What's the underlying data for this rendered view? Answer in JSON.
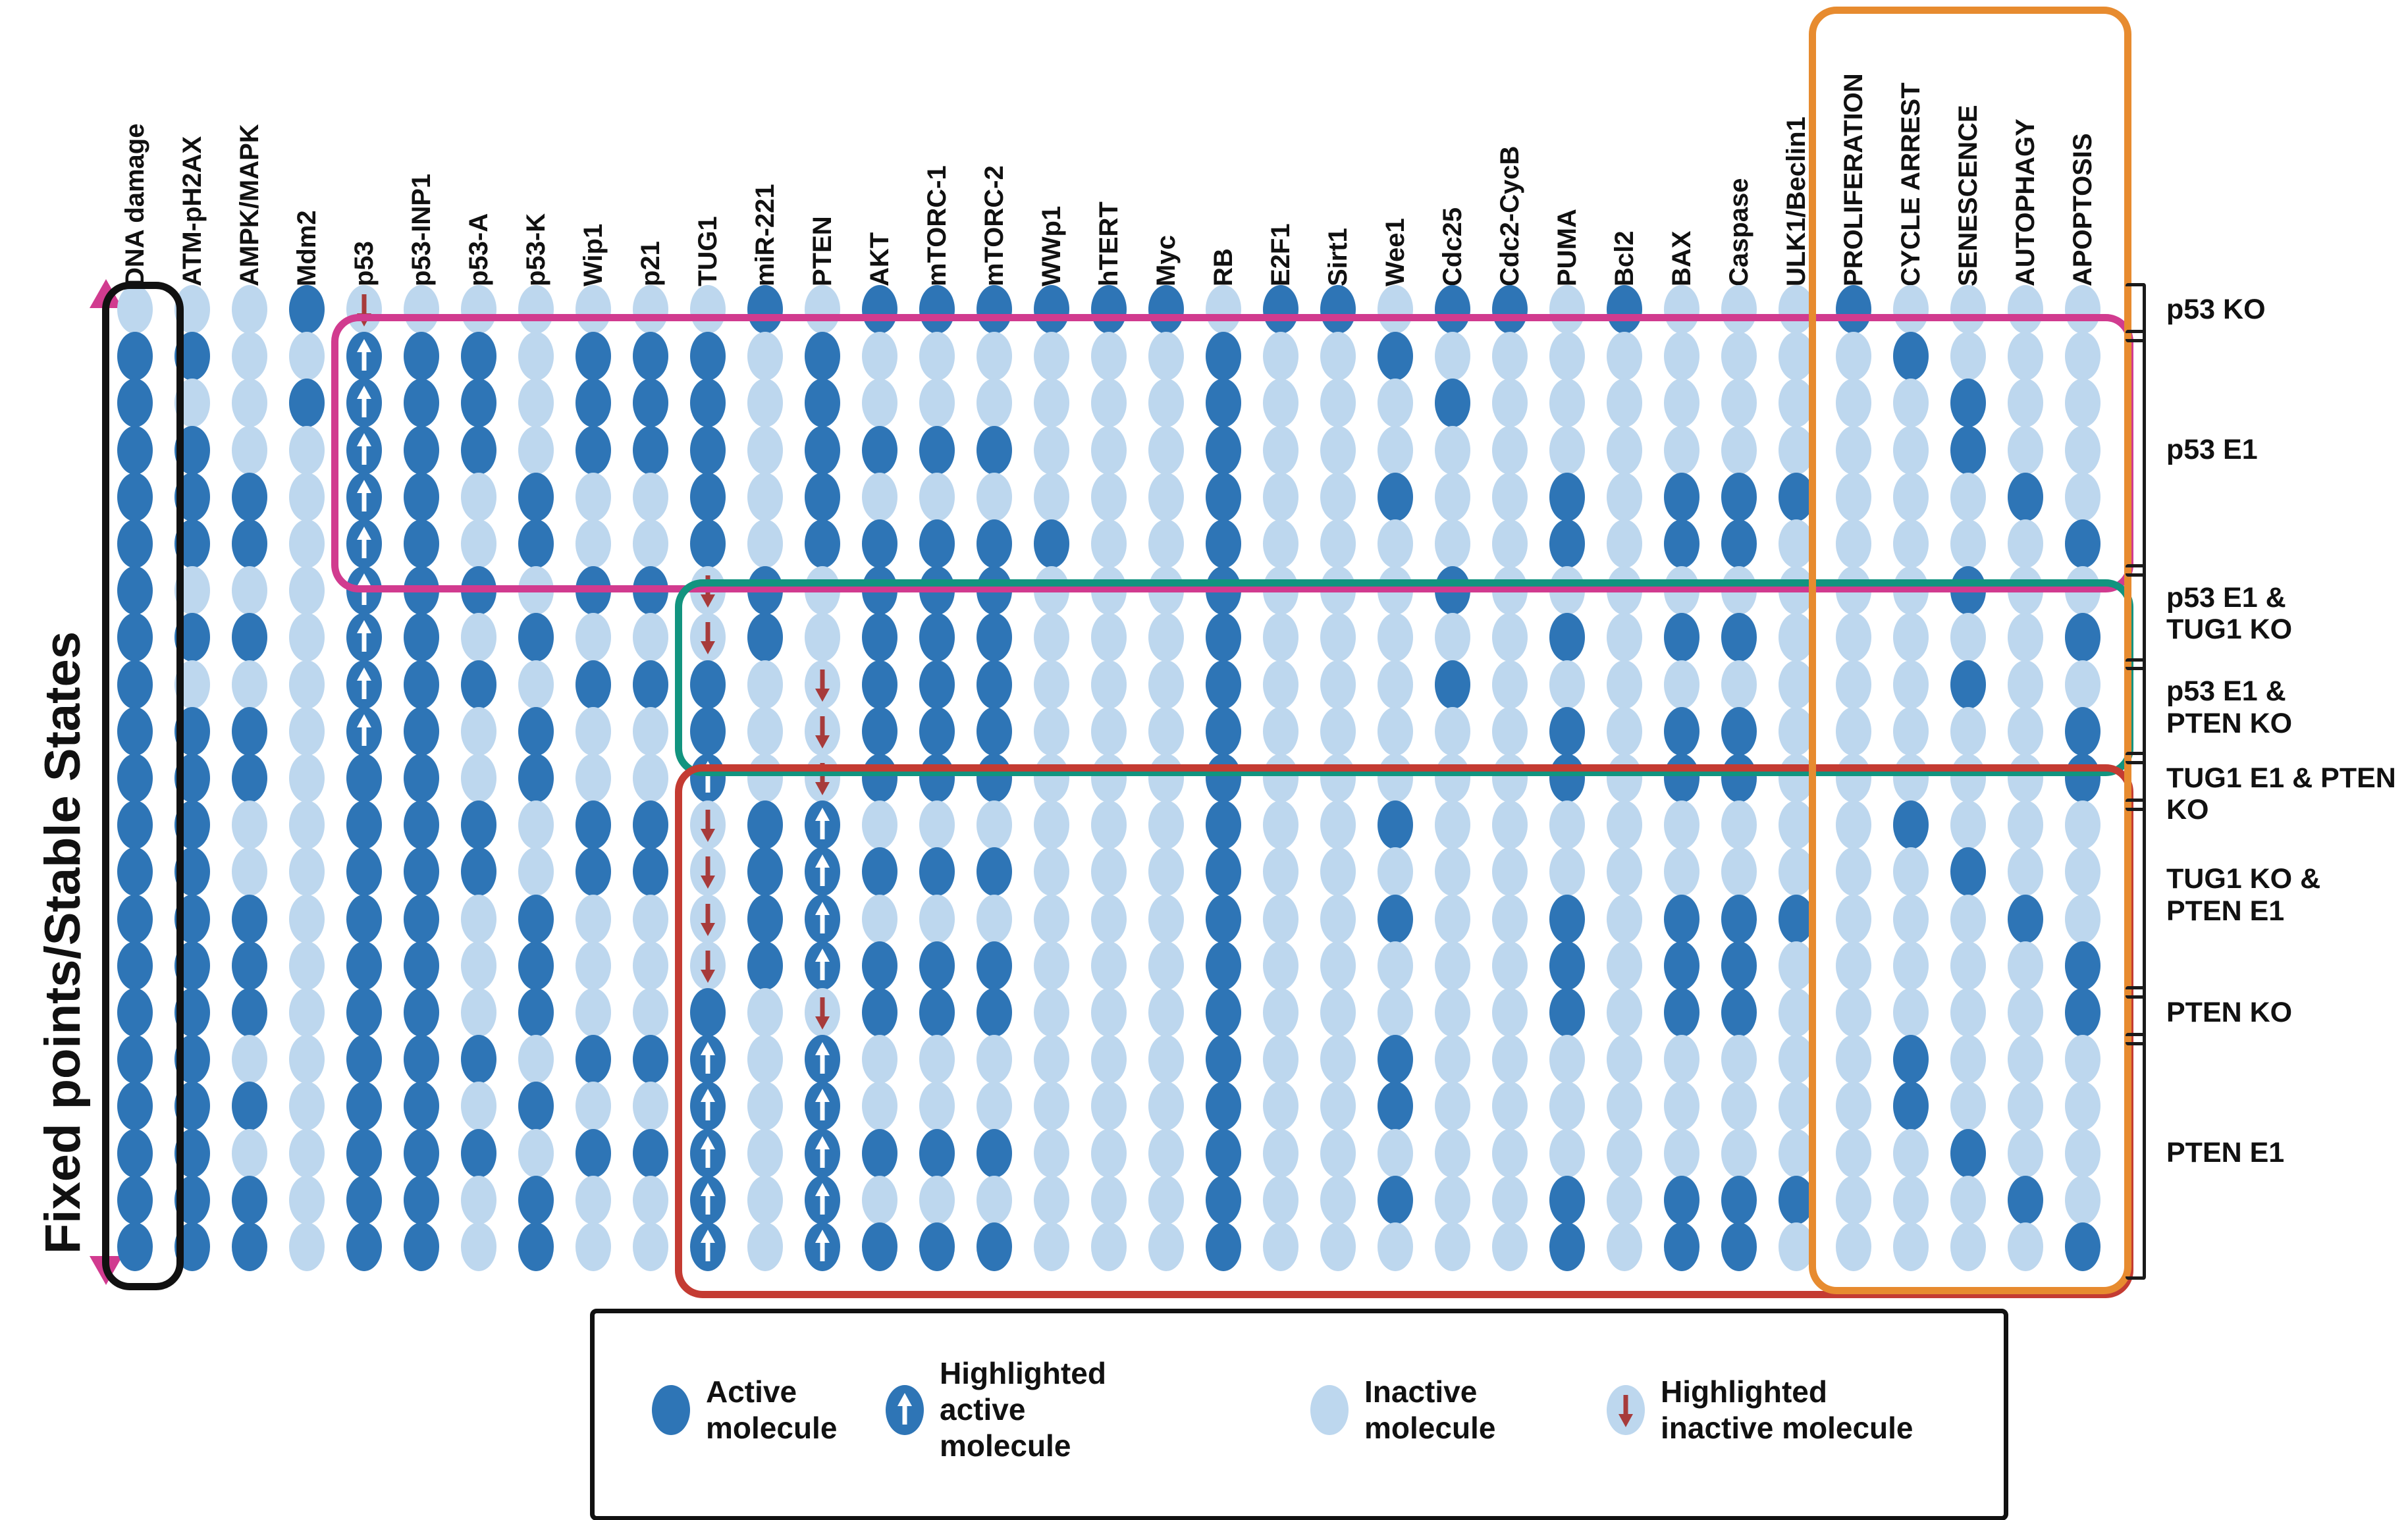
{
  "y_axis_label": "Fixed points/Stable States",
  "colors": {
    "active": "#2E75B6",
    "inactive": "#BDD7EE",
    "arrow_red": "#A73B3B",
    "pink_box": "#D13B8F",
    "teal_box": "#12947F",
    "red_box": "#C43B32",
    "orange_box": "#E78B2F",
    "black_box": "#111111"
  },
  "chart_data": {
    "type": "heatmap",
    "title": "",
    "xlabel": "",
    "ylabel": "Fixed points/Stable States",
    "columns": [
      "DNA damage",
      "ATM-pH2AX",
      "AMPK/MAPK",
      "Mdm2",
      "p53",
      "p53-INP1",
      "p53-A",
      "p53-K",
      "Wip1",
      "p21",
      "TUG1",
      "miR-221",
      "PTEN",
      "AKT",
      "mTORC-1",
      "mTORC-2",
      "WWp1",
      "hTERT",
      "Myc",
      "RB",
      "E2F1",
      "Sirt1",
      "Wee1",
      "Cdc25",
      "Cdc2-CycB",
      "PUMA",
      "Bcl2",
      "BAX",
      "Caspase",
      "ULK1/Beclin1",
      "PROLIFERATION",
      "CYCLE ARREST",
      "SENESCENCE",
      "AUTOPHAGY",
      "APOPTOSIS"
    ],
    "state_key": {
      "A": "Active molecule",
      "i": "Inactive molecule",
      "U": "Highlighted active molecule",
      "D": "Highlighted inactive molecule"
    },
    "rows": [
      "iiiADiiiiiiAiAAAAAAiAAiAAiAiiiAiiii",
      "AAiiUAAiAAAiAiiiiiiAiiAiiiiiiiiAiii",
      "AiiAUAAiAAAiAiiiiiiAiiiAiiiiiiiiAii",
      "AAiiUAAiAAAiAAAAiiiAiiiiiiiiiiiiAii",
      "AAAiUAiAiiAiAiiiiiiAiiAiiAiAAAiiiAi",
      "AAAiUAiAiiAiAAAAAiiAiiiiiAiAAiiiiiA",
      "AiiiUAAiAADAiAAAiiiAiiiAiiiiiiiiAii",
      "AAAiUAiAiiDAiAAAiiiAiiiiiAiAAiiiiiA",
      "AiiiUAAiAAAiDAAAiiiAiiiAiiiiiiiiAii",
      "AAAiUAiAiiAiDAAAiiiAiiiiiAiAAiiiiiA",
      "AAAiAAiAiiUiDAAAiiiAiiiiiAiAAiiiiiA",
      "AAiiAAAiAADAUiiiiiiAiiAiiiiiiiiAiii",
      "AAiiAAAiAADAUAAAiiiAiiiiiiiiiiiiAii",
      "AAAiAAiAiiDAUiiiiiiAiiAiiAiAAAiiiAi",
      "AAAiAAiAiiDAUAAAiiiAiiiiiAiAAiiiiiA",
      "AAAiAAiAiiAiDAAAiiiAiiiiiAiAAiiiiiA",
      "AAiiAAAiAAUiUiiiiiiAiiAiiiiiiiiAiii",
      "AAAiAAiAiiUiUiiiiiiAiiAiiiiiiiiAiii",
      "AAiiAAAiAAUiUAAAiiiAiiiiiiiiiiiiAii",
      "AAAiAAiAiiUiUiiiiiiAiiAiiAiAAAiiiAi",
      "AAAiAAiAiiUiUAAAiiiAiiiiiAiAAiiiiiA"
    ],
    "row_groups": [
      {
        "label": "p53 KO",
        "row_start": 1,
        "row_end": 1
      },
      {
        "label": "p53 E1",
        "row_start": 2,
        "row_end": 6
      },
      {
        "label": "p53 E1 &\nTUG1 KO",
        "row_start": 7,
        "row_end": 8
      },
      {
        "label": "p53 E1 &\nPTEN KO",
        "row_start": 9,
        "row_end": 10
      },
      {
        "label": "TUG1 E1 & PTEN KO",
        "row_start": 11,
        "row_end": 11
      },
      {
        "label": "TUG1 KO &\nPTEN E1",
        "row_start": 12,
        "row_end": 15
      },
      {
        "label": "PTEN KO",
        "row_start": 16,
        "row_end": 16
      },
      {
        "label": "PTEN E1",
        "row_start": 17,
        "row_end": 21
      }
    ],
    "annotation_boxes": [
      {
        "name": "dna-damage-column-box",
        "color_key": "black_box",
        "col_start": 1,
        "col_end": 1,
        "row_start": 1,
        "row_end": 21
      },
      {
        "name": "p53-e1-box",
        "color_key": "pink_box",
        "col_start": 5,
        "col_end": 35,
        "row_start": 2,
        "row_end": 6
      },
      {
        "name": "tug1-pten-ko-box",
        "color_key": "teal_box",
        "col_start": 11,
        "col_end": 35,
        "row_start": 7,
        "row_end": 10
      },
      {
        "name": "bottom-red-box",
        "color_key": "red_box",
        "col_start": 11,
        "col_end": 35,
        "row_start": 11,
        "row_end": 21
      },
      {
        "name": "phenotype-columns-box",
        "color_key": "orange_box",
        "col_start": 31,
        "col_end": 35,
        "row_start": 0,
        "row_end": 21
      }
    ],
    "legend": [
      {
        "type": "A",
        "label": "Active\nmolecule"
      },
      {
        "type": "U",
        "label": "Highlighted\nactive\nmolecule"
      },
      {
        "type": "i",
        "label": "Inactive\nmolecule"
      },
      {
        "type": "D",
        "label": "Highlighted\ninactive molecule"
      }
    ],
    "legend_position": "bottom",
    "grid": false
  }
}
